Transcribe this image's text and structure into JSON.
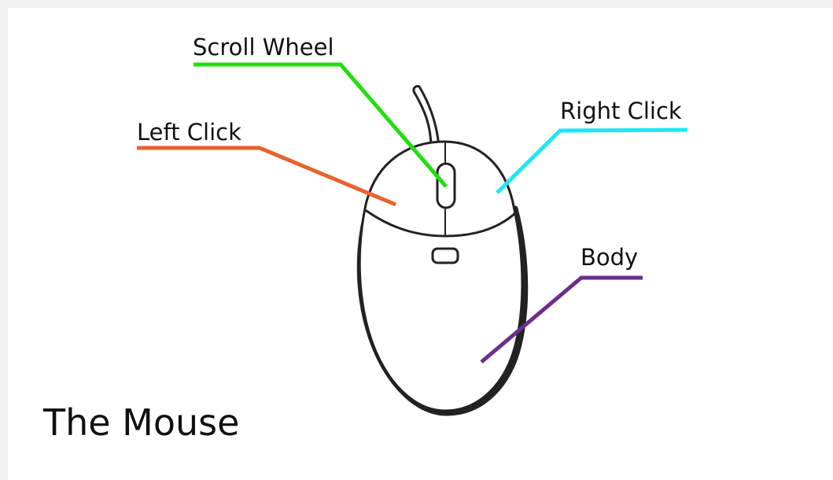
{
  "title": "The Mouse",
  "labels": {
    "scroll_wheel": "Scroll Wheel",
    "left_click": "Left Click",
    "right_click": "Right Click",
    "body": "Body"
  },
  "colors": {
    "scroll_wheel": "#22dd11",
    "left_click": "#e8622c",
    "right_click": "#1ee7f0",
    "body": "#6a2f8e",
    "outline": "#222222"
  }
}
